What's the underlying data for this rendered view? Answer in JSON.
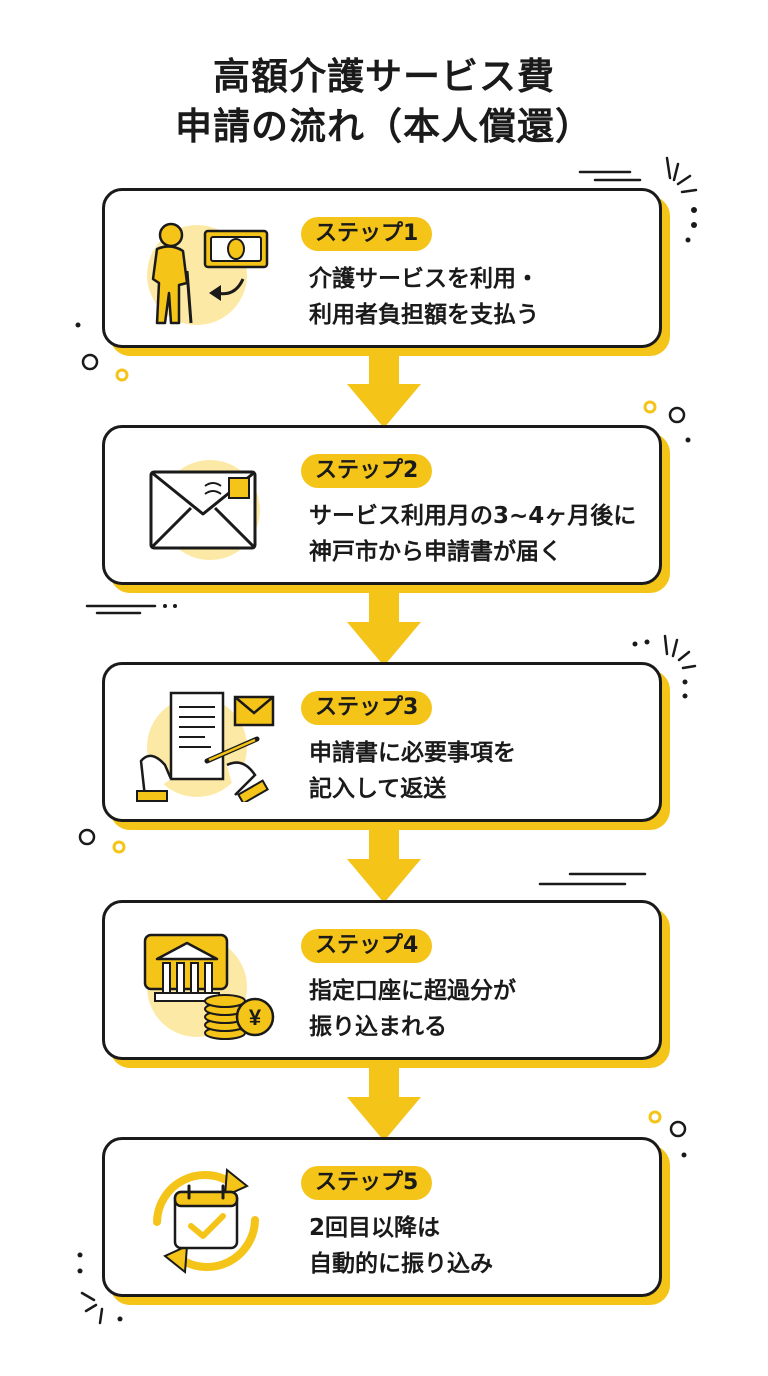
{
  "title": {
    "line1": "高額介護サービス費",
    "line2": "申請の流れ（本人償還）"
  },
  "colors": {
    "accent": "#f5c418",
    "accent_light": "#fde9a6",
    "ink": "#1a1a1a"
  },
  "steps": [
    {
      "badge": "ステップ1",
      "line1": "介護サービスを利用・",
      "line2": "利用者負担額を支払う",
      "icon": "elderly-paying-icon"
    },
    {
      "badge": "ステップ2",
      "line1": "サービス利用月の3~4ヶ月後に",
      "line2": "神戸市から申請書が届く",
      "icon": "envelope-icon"
    },
    {
      "badge": "ステップ3",
      "line1": "申請書に必要事項を",
      "line2": "記入して返送",
      "icon": "form-writing-icon"
    },
    {
      "badge": "ステップ4",
      "line1": "指定口座に超過分が",
      "line2": "振り込まれる",
      "icon": "bank-coins-icon"
    },
    {
      "badge": "ステップ5",
      "line1": "2回目以降は",
      "line2": "自動的に振り込み",
      "icon": "calendar-cycle-icon"
    }
  ]
}
